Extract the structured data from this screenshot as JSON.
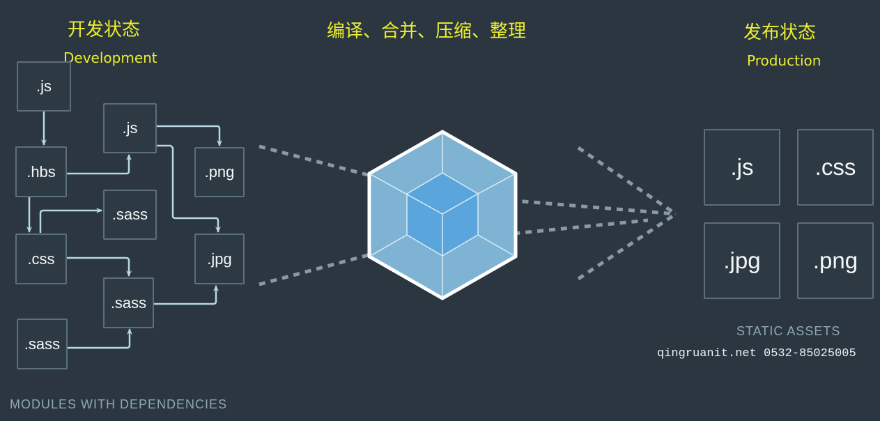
{
  "headers": {
    "development_cn": "开发状态",
    "development_en": "Development",
    "process_cn": "编译、合并、压缩、整理",
    "production_cn": "发布状态",
    "production_en": "Production"
  },
  "modules": [
    {
      "id": "js1",
      "label": ".js"
    },
    {
      "id": "js2",
      "label": ".js"
    },
    {
      "id": "png",
      "label": ".png"
    },
    {
      "id": "hbs",
      "label": ".hbs"
    },
    {
      "id": "sass1",
      "label": ".sass"
    },
    {
      "id": "css",
      "label": ".css"
    },
    {
      "id": "jpg",
      "label": ".jpg"
    },
    {
      "id": "sass2",
      "label": ".sass"
    },
    {
      "id": "sass3",
      "label": ".sass"
    }
  ],
  "dependencies": [
    {
      "from": "js1",
      "to": "hbs"
    },
    {
      "from": "hbs",
      "to": "js2"
    },
    {
      "from": "js2",
      "to": "png"
    },
    {
      "from": "js2",
      "to": "jpg"
    },
    {
      "from": "hbs",
      "to": "css"
    },
    {
      "from": "css",
      "to": "sass1"
    },
    {
      "from": "css",
      "to": "sass2"
    },
    {
      "from": "sass2",
      "to": "jpg"
    },
    {
      "from": "sass3",
      "to": "sass2"
    }
  ],
  "assets": [
    {
      "label": ".js"
    },
    {
      "label": ".css"
    },
    {
      "label": ".jpg"
    },
    {
      "label": ".png"
    }
  ],
  "captions": {
    "modules": "MODULES WITH DEPENDENCIES",
    "assets": "STATIC ASSETS"
  },
  "footer": "qingruanit.net 0532-85025005",
  "colors": {
    "background": "#2b3640",
    "title_yellow": "#ecef2e",
    "arrow": "#b7d8e4",
    "box_border": "#5b6f7c",
    "cube_outer": "#7fb3d3",
    "cube_inner": "#5aa5dc",
    "dots": "#8a9aa3"
  }
}
